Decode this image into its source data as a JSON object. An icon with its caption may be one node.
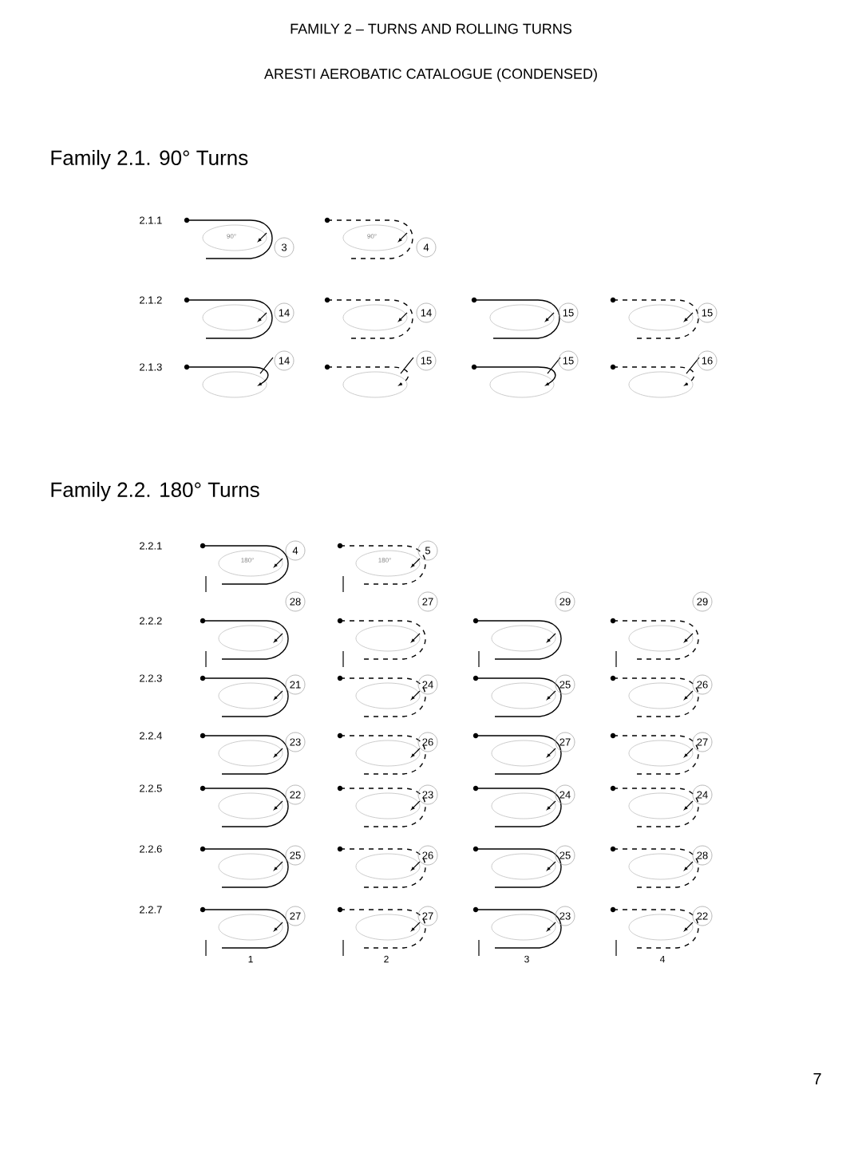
{
  "diagram": {
    "title": "FAMILY  2 – TURNS AND ROLLING TURNS",
    "labels": [
      "ARESTI AEROBATIC CATALOGUE (CONDENSED)",
      "Family 2.1. 90° Turns",
      "2.1.1",
      "90°",
      "3",
      "90°",
      "4",
      "2.1.2",
      "14",
      "14",
      "15",
      "15",
      "2.1.3",
      "14",
      "15",
      "15",
      "16",
      "Family 2.2. 180° Turns",
      "2.2.1",
      "180°",
      "4",
      "180°",
      "5",
      "2.2.2",
      "28",
      "27",
      "29",
      "29",
      "2.2.3",
      "21",
      "24",
      "25",
      "26",
      "2.2.4",
      "23",
      "26",
      "27",
      "27",
      "2.2.5",
      "22",
      "23",
      "24",
      "24",
      "2.2.6",
      "25",
      "26",
      "25",
      "28",
      "2.2.7",
      "27",
      "27",
      "23",
      "22",
      "1",
      "2",
      "3",
      "4",
      "7"
    ]
  }
}
